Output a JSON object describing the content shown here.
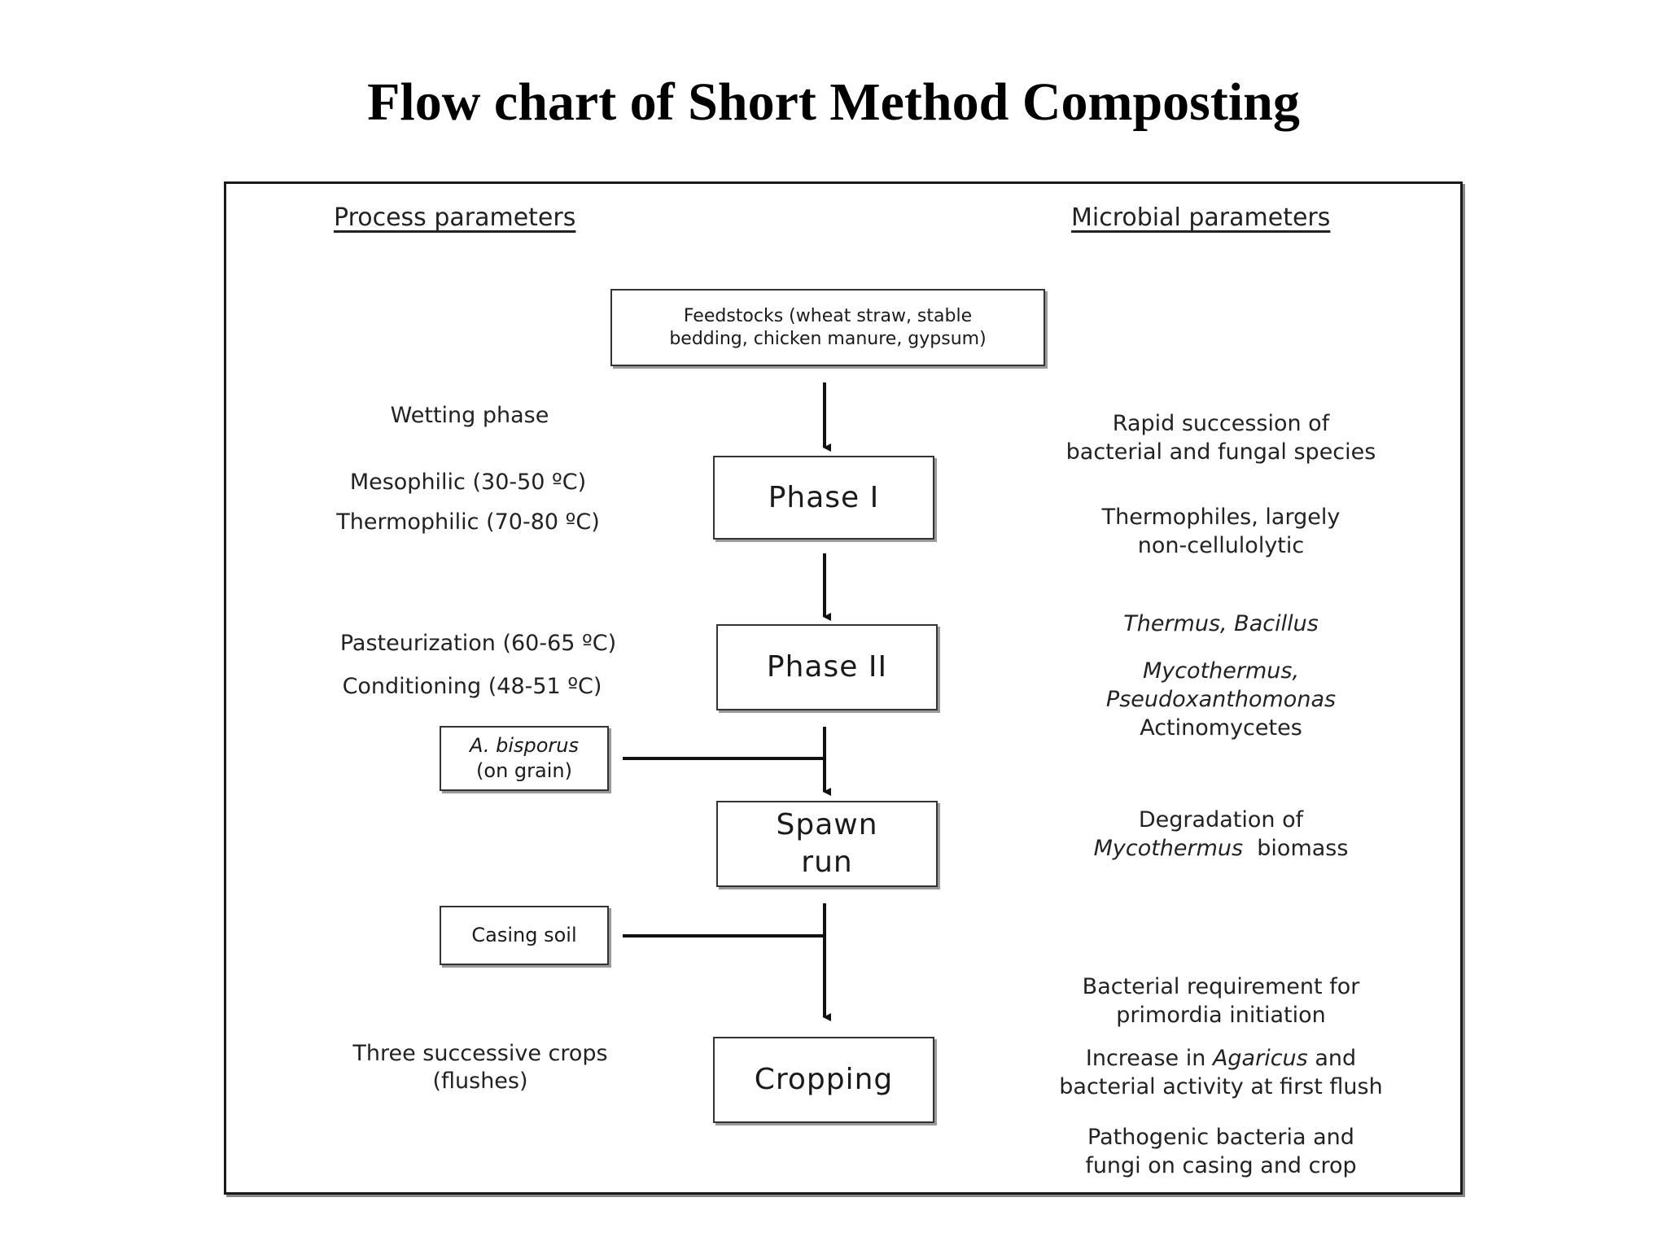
{
  "title": "Flow chart of Short Method Composting",
  "headers": {
    "process": "Process parameters",
    "microbial": "Microbial parameters"
  },
  "feedstocks": {
    "line1": "Feedstocks (wheat straw, stable",
    "line2": "bedding, chicken manure, gypsum)"
  },
  "phases": {
    "phase1": "Phase I",
    "phase2": "Phase II",
    "spawn_line1": "Spawn",
    "spawn_line2": "run",
    "cropping": "Cropping"
  },
  "inputs": {
    "bisporus_line1": "A. bisporus",
    "bisporus_line2": "(on grain)",
    "casing": "Casing soil"
  },
  "process_params": {
    "wetting": "Wetting phase",
    "mesophilic": "Mesophilic (30-50 ºC)",
    "thermophilic": "Thermophilic (70-80 ºC)",
    "pasteurization": "Pasteurization (60-65 ºC)",
    "conditioning": "Conditioning (48-51 ºC)",
    "crops_line1": "Three successive crops",
    "crops_line2": "(flushes)"
  },
  "microbial_params": {
    "rapid_line1": "Rapid succession of",
    "rapid_line2": "bacterial and fungal species",
    "thermophiles_line1": "Thermophiles, largely",
    "thermophiles_line2": "non-cellulolytic",
    "thermus_bacillus": "Thermus, Bacillus",
    "mycothermus_line1": "Mycothermus,",
    "mycothermus_line2": "Pseudoxanthomonas",
    "actinomycetes": "Actinomycetes",
    "degradation_line1": "Degradation of",
    "degradation_italic": "Mycothermus",
    "degradation_rest": "biomass",
    "bacterial_req_line1": "Bacterial requirement for",
    "bacterial_req_line2": "primordia initiation",
    "increase_prefix": "Increase in",
    "increase_italic": "Agaricus",
    "increase_suffix": "and",
    "increase_line2": "bacterial activity at first flush",
    "pathogenic_line1": "Pathogenic bacteria and",
    "pathogenic_line2": "fungi on casing and crop"
  }
}
